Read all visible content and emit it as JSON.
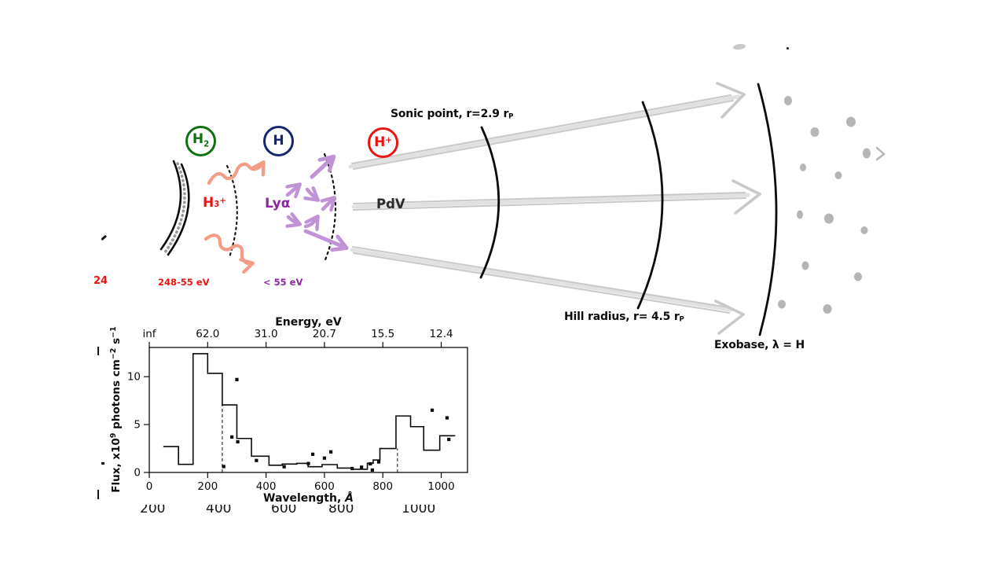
{
  "diagram": {
    "species": {
      "h2": {
        "base": "H",
        "sub": "2"
      },
      "h": {
        "base": "H"
      },
      "hplus": {
        "base": "H",
        "sup": "+"
      },
      "h3plus": {
        "base": "H",
        "sub": "3",
        "sup": "+"
      }
    },
    "labels": {
      "lyalpha": "Lyα",
      "sonic_main": "Sonic point, r=2.9 r",
      "sonic_sub": "P",
      "pdv": "PdV",
      "hill_main": "Hill radius, r= 4.5 r",
      "hill_sub": "P",
      "exobase": "Exobase, λ = H",
      "energy_band_h3": "248-55 eV",
      "energy_band_lya": "< 55 eV",
      "left_clipped_text": "24"
    },
    "colors": {
      "h2_green": "#117011",
      "h_navy": "#17266e",
      "hplus_red": "#ea1410",
      "h3_red": "#ea1410",
      "purple_text": "#8d26a3",
      "light_purple_arrow": "#bf93d6",
      "salmon_arrow": "#f59c86",
      "gray_arrow": "#c9c9c9",
      "gray_dot": "#b5b5b5"
    }
  },
  "remnants": {
    "bottom_axis_labels": [
      "200",
      "400",
      "600",
      "800",
      "1000"
    ]
  },
  "chart_data": {
    "type": "bar",
    "subtype": "step-histogram-with-scatter",
    "title": "",
    "top_axis_label": "Energy, eV",
    "xlabel_parts": [
      {
        "t": "Wavelength, "
      },
      {
        "t": "Å",
        "italic": true
      }
    ],
    "ylabel_parts": [
      {
        "t": "Flux, x10"
      },
      {
        "t": "9",
        "sup": true
      },
      {
        "t": " photons cm"
      },
      {
        "t": "−2",
        "sup": true
      },
      {
        "t": " s"
      },
      {
        "t": "−1",
        "sup": true
      }
    ],
    "top_ticks": [
      {
        "x": 0,
        "label": "inf"
      },
      {
        "x": 200,
        "label": "62.0"
      },
      {
        "x": 400,
        "label": "31.0"
      },
      {
        "x": 600,
        "label": "20.7"
      },
      {
        "x": 800,
        "label": "15.5"
      },
      {
        "x": 1000,
        "label": "12.4"
      }
    ],
    "x_ticks": [
      0,
      200,
      400,
      600,
      800,
      1000
    ],
    "y_ticks": [
      0,
      5,
      10
    ],
    "xlim": [
      0,
      1090
    ],
    "ylim": [
      0,
      13.05
    ],
    "grid": false,
    "bins": [
      [
        48,
        100,
        2.7
      ],
      [
        100,
        150,
        0.85
      ],
      [
        150,
        200,
        12.4
      ],
      [
        200,
        250,
        10.35
      ],
      [
        250,
        300,
        7.05
      ],
      [
        300,
        350,
        3.55
      ],
      [
        350,
        410,
        1.7
      ],
      [
        410,
        455,
        0.75
      ],
      [
        455,
        505,
        0.88
      ],
      [
        505,
        544,
        0.95
      ],
      [
        544,
        592,
        0.6
      ],
      [
        592,
        644,
        0.82
      ],
      [
        644,
        695,
        0.46
      ],
      [
        695,
        747,
        0.33
      ],
      [
        747,
        767,
        0.96
      ],
      [
        767,
        790,
        1.3
      ],
      [
        790,
        845,
        2.5
      ],
      [
        845,
        895,
        5.9
      ],
      [
        895,
        940,
        4.78
      ],
      [
        940,
        995,
        2.32
      ],
      [
        995,
        1048,
        3.83
      ]
    ],
    "scatter": [
      [
        255,
        0.62
      ],
      [
        283,
        3.7
      ],
      [
        300,
        9.7
      ],
      [
        303,
        3.2
      ],
      [
        367,
        1.25
      ],
      [
        462,
        0.6
      ],
      [
        545,
        0.93
      ],
      [
        560,
        1.9
      ],
      [
        600,
        1.5
      ],
      [
        622,
        2.15
      ],
      [
        695,
        0.41
      ],
      [
        727,
        0.55
      ],
      [
        757,
        0.9
      ],
      [
        764,
        0.25
      ],
      [
        786,
        1.1
      ],
      [
        969,
        6.5
      ],
      [
        1020,
        5.7
      ],
      [
        1026,
        3.45
      ]
    ],
    "dashed_lines": [
      {
        "x": 250,
        "y": 7.05
      },
      {
        "x": 850,
        "y": 2.5
      }
    ]
  }
}
